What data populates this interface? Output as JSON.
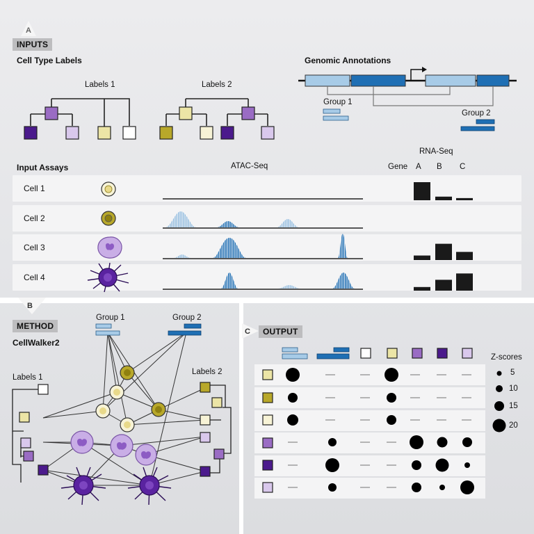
{
  "panels": {
    "a_letter": "A",
    "b_letter": "B",
    "c_letter": "C",
    "inputs": "INPUTS",
    "method": "METHOD",
    "output": "OUTPUT"
  },
  "inputs": {
    "cell_type_labels": "Cell Type Labels",
    "labels1": "Labels 1",
    "labels2": "Labels 2",
    "genomic_annotations": "Genomic Annotations",
    "group1": "Group 1",
    "group2": "Group 2",
    "input_assays": "Input Assays",
    "atac_seq": "ATAC-Seq",
    "rna_seq": "RNA-Seq",
    "gene": "Gene",
    "genes": [
      "A",
      "B",
      "C"
    ],
    "cells": [
      {
        "name": "Cell 1",
        "rna": [
          1.0,
          0.2,
          0.12
        ]
      },
      {
        "name": "Cell 2",
        "rna": [
          0,
          0,
          0
        ]
      },
      {
        "name": "Cell 3",
        "rna": [
          0.25,
          0.9,
          0.45
        ]
      },
      {
        "name": "Cell 4",
        "rna": [
          0.2,
          0.6,
          0.95
        ]
      }
    ]
  },
  "method": {
    "cellwalker2": "CellWalker2",
    "group1": "Group 1",
    "group2": "Group 2",
    "labels1": "Labels 1",
    "labels2": "Labels 2"
  },
  "output": {
    "zscores_title": "Z-scores",
    "zscore_legend": [
      "5",
      "10",
      "15",
      "20"
    ],
    "dash": "—"
  },
  "colors": {
    "dark_purple": "#4b1a8c",
    "mid_purple": "#9a6cc4",
    "light_purple": "#d9c8ec",
    "olive": "#b8a82a",
    "light_yellow": "#ece5a6",
    "pale_yellow": "#f7f3d6",
    "light_blue": "#a7cbe7",
    "dark_blue": "#1f6fb4"
  }
}
